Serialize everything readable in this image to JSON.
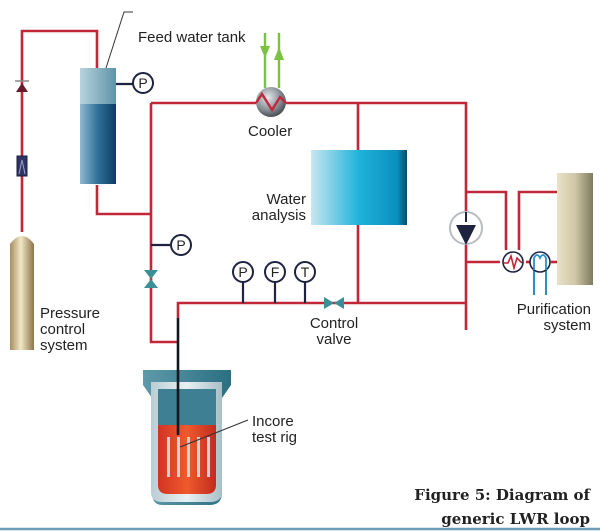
{
  "labels": {
    "feed_water_tank": "Feed water tank",
    "cooler": "Cooler",
    "water_analysis_line1": "Water",
    "water_analysis_line2": "analysis",
    "pressure_line1": "Pressure",
    "pressure_line2": "control",
    "pressure_line3": "system",
    "control_valve_line1": "Control",
    "control_valve_line2": "valve",
    "purification_line1": "Purification",
    "purification_line2": "system",
    "incore_line1": "Incore",
    "incore_line2": "test rig"
  },
  "gauges": {
    "tank_pressure": "P",
    "line_pressure": "P",
    "inlet_pressure": "P",
    "inlet_flow": "F",
    "inlet_temperature": "T"
  },
  "caption": {
    "line1": "Figure 5: Diagram of",
    "line2": "generic LWR loop"
  },
  "colors": {
    "pipe": "#c0283a",
    "cooling_water": "#7cc242",
    "purification_coolant": "#2a8fc9",
    "footer_rule": "#6e9bb5"
  }
}
